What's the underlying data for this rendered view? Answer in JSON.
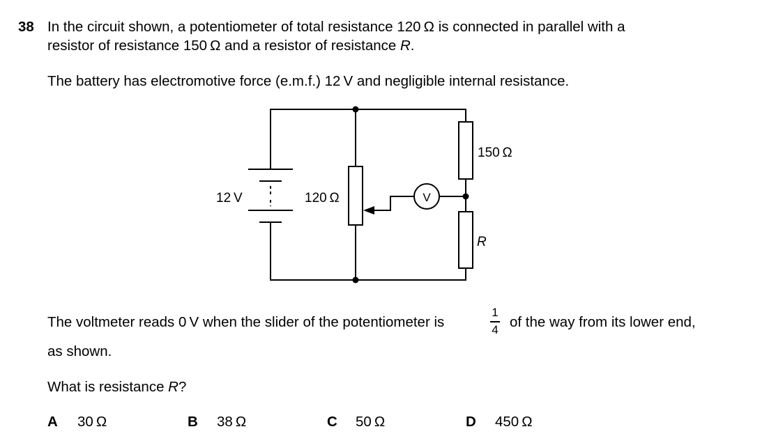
{
  "question": {
    "number": "38",
    "line1": "In the circuit shown, a potentiometer of total resistance 120 Ω is connected in parallel with a",
    "line2_prefix": "resistor of resistance 150 Ω and a resistor of resistance ",
    "line2_var": "R",
    "line2_suffix": ".",
    "battery_line": "The battery has electromotive force (e.m.f.) 12 V and negligible internal resistance."
  },
  "circuit": {
    "battery_label": "12 V",
    "potentiometer_label": "120 Ω",
    "resistor_top_label": "150 Ω",
    "resistor_bottom_label": "R",
    "voltmeter_symbol": "V"
  },
  "voltmeter_text": {
    "before_fraction": "The voltmeter reads 0 V when the slider of the potentiometer is",
    "fraction_numerator": "1",
    "fraction_denominator": "4",
    "after_fraction": "of the way from its lower end,",
    "line2": "as shown."
  },
  "prompt": "What is resistance R?",
  "prompt_prefix": "What is resistance ",
  "prompt_var": "R",
  "prompt_suffix": "?",
  "options": [
    {
      "letter": "A",
      "value": "30 Ω"
    },
    {
      "letter": "B",
      "value": "38 Ω"
    },
    {
      "letter": "C",
      "value": "50 Ω"
    },
    {
      "letter": "D",
      "value": "450 Ω"
    }
  ]
}
